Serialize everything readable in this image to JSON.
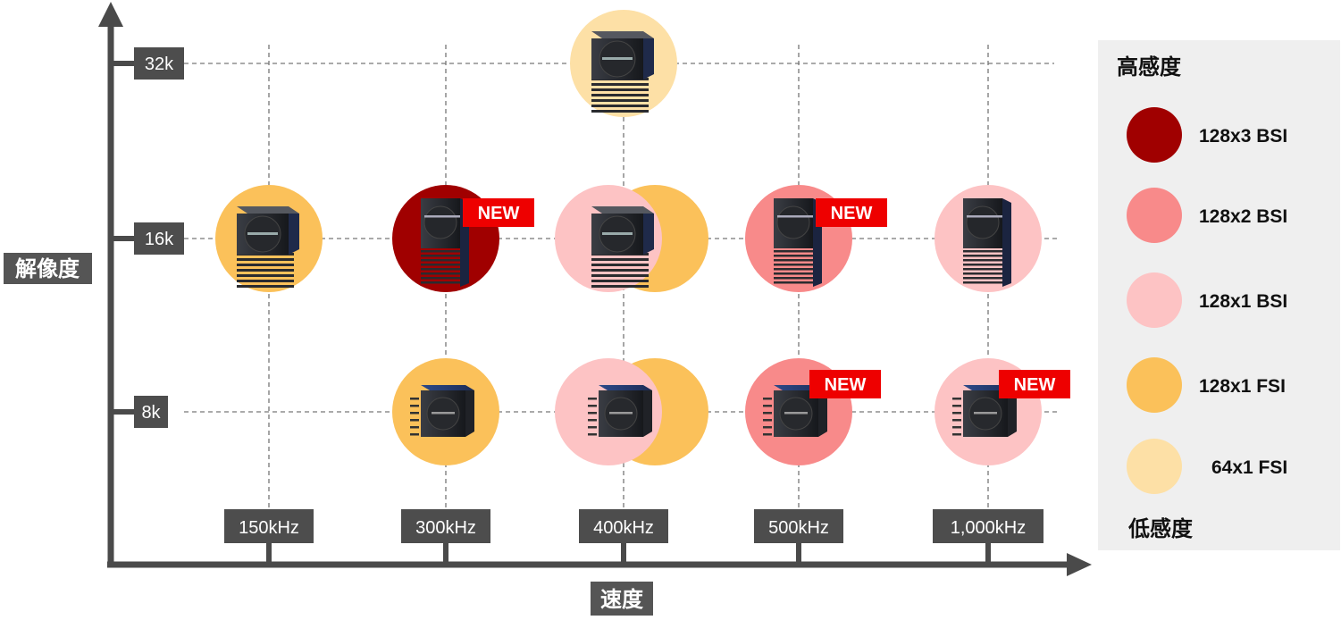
{
  "axes": {
    "y_title": "解像度",
    "x_title": "速度",
    "y_levels": [
      "32k",
      "16k",
      "8k"
    ],
    "x_levels": [
      "150kHz",
      "300kHz",
      "400kHz",
      "500kHz",
      "1,000kHz"
    ]
  },
  "legend": {
    "top_label": "高感度",
    "bottom_label": "低感度",
    "items": [
      {
        "label": "128x3 BSI",
        "color": "#a00000"
      },
      {
        "label": "128x2 BSI",
        "color": "#f88a8a"
      },
      {
        "label": "128x1 BSI",
        "color": "#fdc3c4"
      },
      {
        "label": "128x1 FSI",
        "color": "#fbc15a"
      },
      {
        "label": "64x1 FSI",
        "color": "#fde0a6"
      }
    ]
  },
  "new_badge": {
    "text": "NEW",
    "color": "#ee0000"
  },
  "products": [
    {
      "speed": "400kHz",
      "resolution": "32k",
      "sensors": [
        "64x1 FSI"
      ],
      "camera": "large",
      "new": false
    },
    {
      "speed": "150kHz",
      "resolution": "16k",
      "sensors": [
        "128x1 FSI"
      ],
      "camera": "large",
      "new": false
    },
    {
      "speed": "300kHz",
      "resolution": "16k",
      "sensors": [
        "128x3 BSI"
      ],
      "camera": "tall",
      "new": true
    },
    {
      "speed": "400kHz",
      "resolution": "16k",
      "sensors": [
        "128x1 BSI",
        "128x1 FSI"
      ],
      "camera": "large",
      "new": false
    },
    {
      "speed": "500kHz",
      "resolution": "16k",
      "sensors": [
        "128x2 BSI"
      ],
      "camera": "tall",
      "new": true
    },
    {
      "speed": "1,000kHz",
      "resolution": "16k",
      "sensors": [
        "128x1 BSI"
      ],
      "camera": "tall",
      "new": false
    },
    {
      "speed": "300kHz",
      "resolution": "8k",
      "sensors": [
        "128x1 FSI"
      ],
      "camera": "small",
      "new": false
    },
    {
      "speed": "400kHz",
      "resolution": "8k",
      "sensors": [
        "128x1 BSI",
        "128x1 FSI"
      ],
      "camera": "small",
      "new": false
    },
    {
      "speed": "500kHz",
      "resolution": "8k",
      "sensors": [
        "128x2 BSI"
      ],
      "camera": "small",
      "new": true
    },
    {
      "speed": "1,000kHz",
      "resolution": "8k",
      "sensors": [
        "128x1 BSI"
      ],
      "camera": "small",
      "new": true
    }
  ]
}
